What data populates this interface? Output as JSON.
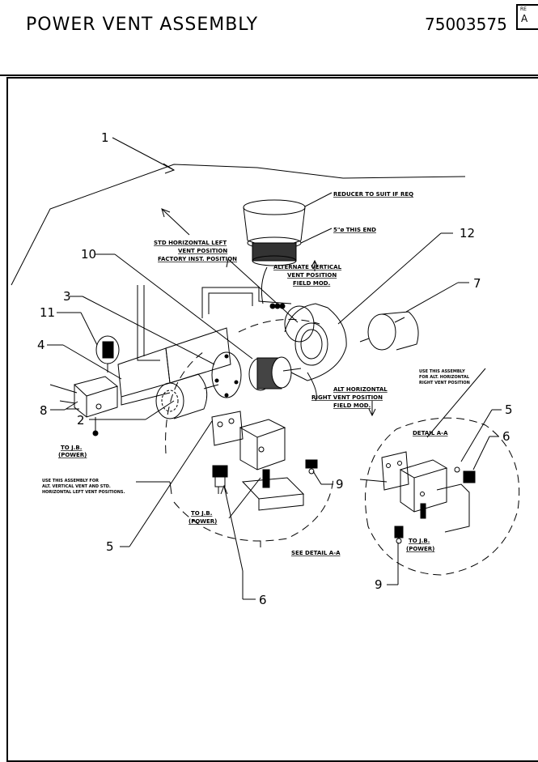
{
  "header": {
    "title": "POWER VENT ASSEMBLY",
    "part_number": "75003575",
    "rev_label": "RE",
    "rev_value": "A"
  },
  "callouts": {
    "c1": "1",
    "c2": "2",
    "c3": "3",
    "c4": "4",
    "c5a": "5",
    "c5b": "5",
    "c6a": "6",
    "c6b": "6",
    "c7": "7",
    "c8": "8",
    "c9a": "9",
    "c9b": "9",
    "c10": "10",
    "c11": "11",
    "c12": "12"
  },
  "labels": {
    "reducer": "REDUCER TO SUIT IF REQ",
    "five_inch": "5\"ø THIS END",
    "std_left_1": "STD HORIZONTAL LEFT",
    "std_left_2": "VENT POSITION",
    "std_left_3": "FACTORY INST. POSITION",
    "alt_vert_1": "ALTERNATE VERTICAL",
    "alt_vert_2": "VENT POSITION",
    "alt_vert_3": "FIELD MOD.",
    "alt_right_1": "ALT HORIZONTAL",
    "alt_right_2": "RIGHT VENT POSITION",
    "alt_right_3": "FIELD MOD.",
    "use_alt_1": "USE THIS ASSEMBLY",
    "use_alt_2": "FOR ALT. HORIZONTAL",
    "use_alt_3": "RIGHT VENT POSITION",
    "detail_aa": "DETAIL A-A",
    "tojb_1a": "TO J.B.",
    "tojb_1b": "(POWER)",
    "tojb_2a": "TO J.B.",
    "tojb_2b": "(POWER)",
    "tojb_3a": "TO J.B.",
    "tojb_3b": "(POWER)",
    "use_std_1": "USE THIS ASSEMBLY FOR",
    "use_std_2": "ALT. VERTICAL VENT AND STD.",
    "use_std_3": "HORIZONTAL LEFT VENT POSITIONS.",
    "see_detail": "SEE DETAIL A-A"
  }
}
